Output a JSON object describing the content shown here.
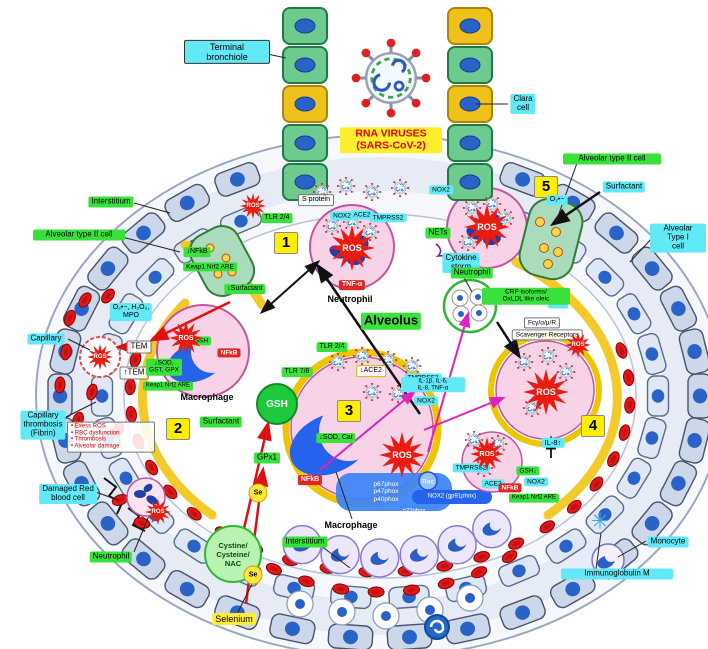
{
  "labels": {
    "terminal_bronchiole": "Terminal\nbronchiole",
    "rna_viruses": "RNA VIRUSES\n(SARS-CoV-2)",
    "clara_cell": "Clara\ncell",
    "alveolar_type2": "Alveolar type II cell",
    "alveolar_type1": "Alveolar\nType I\ncell",
    "surfactant": "Surfactant",
    "surfactant_down": "↓Surfactant",
    "interstitium": "Interstitium",
    "alveolus": "Alveolus",
    "capillary": "Capillary",
    "capillary_thrombosis": "Capillary\nthrombosis\n(Fibrin)",
    "damaged_rbc": "Damaged Red\nblood cell",
    "neutrophil": "Neutrophil",
    "macrophage": "Macrophage",
    "monocyte": "Monocyte",
    "immunoglobulin_m": "Immunoglobulin M",
    "selenium": "Selenium",
    "se": "Se",
    "cystine": "Cystine/\nCysteine/\nNAC",
    "gsh": "GSH",
    "gsh_down": "GSH↓",
    "gpx1": "GPx1",
    "ros": "ROS",
    "nfkb": "NFkB",
    "nfkb_down": "↓NFkB",
    "tnf_alpha": "TNF-α",
    "keap1": "Keap1 Nrf2 ARE",
    "nets": "NETs",
    "cytokine_storm": "Cytokine\nstorm",
    "crp": "CRP isoforms/\nOxLDL like oleic",
    "fc_receptors": "Fcγ/α/μ/R",
    "scavenger": "Scavenger Receptors",
    "il8": "IL-8",
    "il8_up": "IL-8↑",
    "interleukins": "IL-1β, IL-6,\nIL-8, TNF-α",
    "o2_h2o2_mpo": "O₂•−, H₂O₂,\nMPO",
    "o2": "O₂•−",
    "tem": "TEM",
    "tem_up": "↑TEM",
    "sod_gst_gpx_down": "↓SOD,\nGST, GPX",
    "sod_cat_down": "↓SOD, Cat",
    "s_protein": "S protein",
    "tlr24": "TLR 2/4",
    "tlr78": "TLR 7/8",
    "ace2": "ACE2",
    "ace2_down": "↓ACE2",
    "tmprss2": "TMPRSS2",
    "nox2": "NOX2",
    "phox_complex": "p67phox\np47phox\np40phox",
    "rac": "Rac",
    "nox2_gp91": "NOX2 (gp91phox)",
    "p22phox": "p22phox",
    "excess_ros_list": "• Exess ROS\n• RBC dysfunction\n• Thrombosis\n• Alveolar damage",
    "numbers": {
      "n1": "1",
      "n2": "2",
      "n3": "3",
      "n4": "4",
      "n5": "5"
    }
  },
  "icons": {
    "igm_pentamer": "✳"
  },
  "colors": {
    "label_cyan": "#62e9f7",
    "label_green": "#3ae13c",
    "label_yellow": "#ffee2e",
    "ros_red": "#ea1c10",
    "surfactant_yellow": "#efc400",
    "cell_pink": "#f8d3e8",
    "nucleus_blue": "#2a63c8"
  }
}
